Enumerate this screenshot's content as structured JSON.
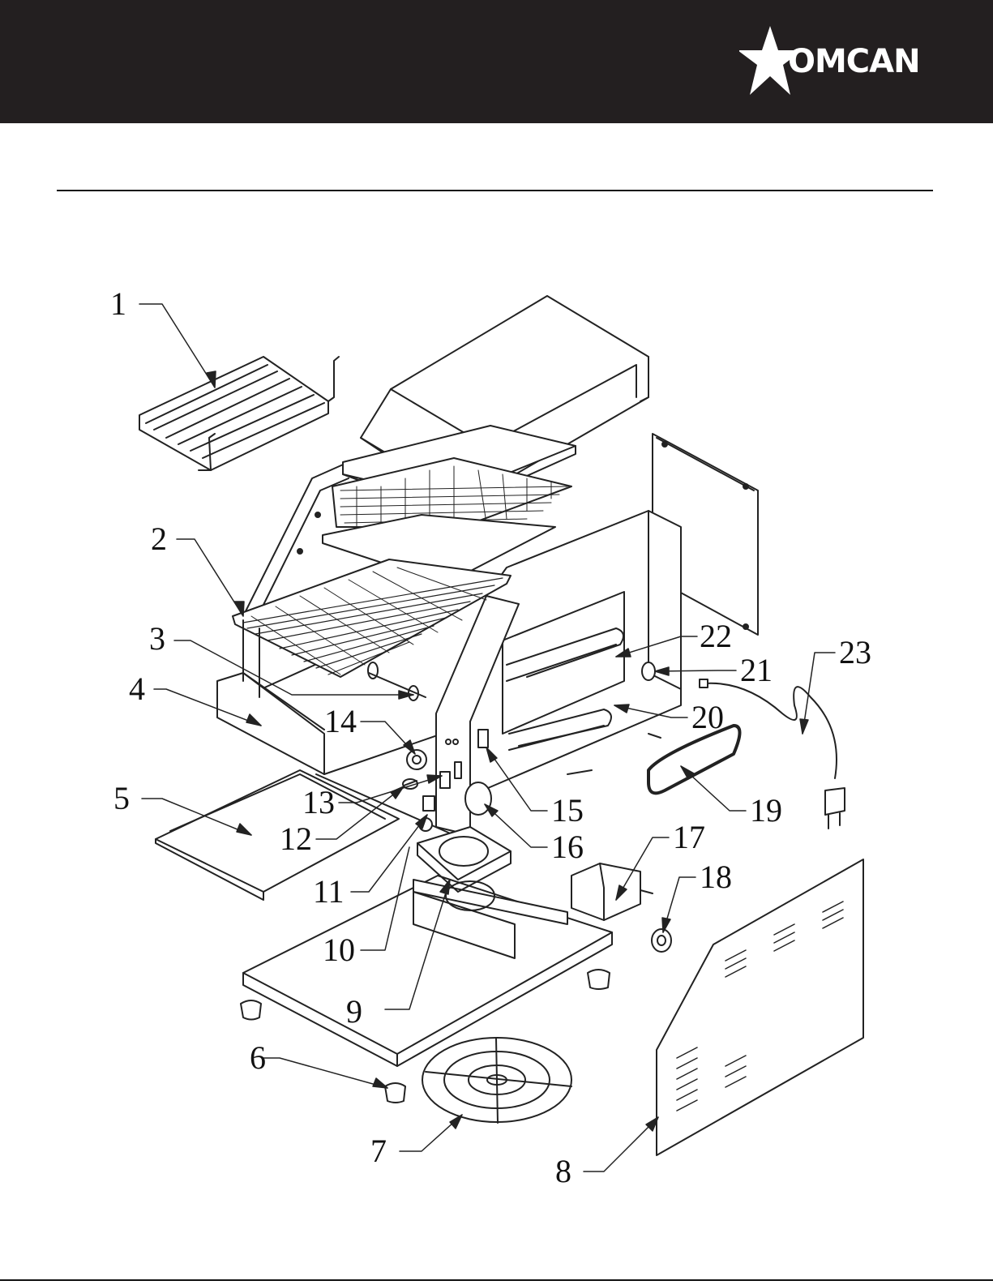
{
  "header": {
    "brand_name": "OMCAN",
    "logo_icon": "star-logo-icon",
    "background_color": "#231f20"
  },
  "diagram": {
    "callouts": [
      "1",
      "2",
      "3",
      "4",
      "5",
      "6",
      "7",
      "8",
      "9",
      "10",
      "11",
      "12",
      "13",
      "14",
      "15",
      "16",
      "17",
      "18",
      "19",
      "20",
      "21",
      "22",
      "23"
    ]
  }
}
